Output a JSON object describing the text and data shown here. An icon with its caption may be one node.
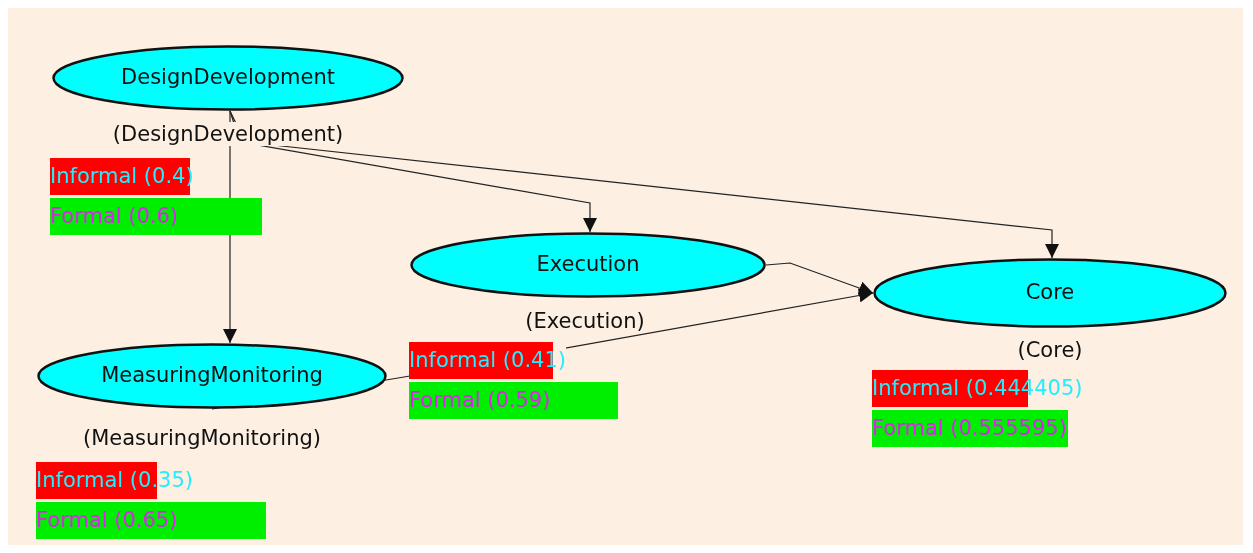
{
  "diagram": {
    "nodes": [
      {
        "text": [
          "DesignDevelopment"
        ],
        "beside": [
          "(DesignDevelopment)",
          "Informal (0.4)",
          "Formal (0.6)"
        ]
      },
      {
        "text": [
          "Execution"
        ],
        "beside": [
          "(Execution)",
          "Informal (0.41)",
          "Formal (0.59)"
        ]
      },
      {
        "text": [
          "Core"
        ],
        "beside": [
          "(Core)",
          "Informal (0.444405)",
          "Formal (0.555595)"
        ]
      },
      {
        "text": [
          "MeasuringMonitoring"
        ],
        "beside": [
          "(MeasuringMonitoring)",
          "Informal (0.35)",
          "Formal (0.65)"
        ]
      }
    ],
    "edges": [
      {
        "from": 0,
        "to": 1,
        "arrow": "to"
      },
      {
        "from": 0,
        "to": 2,
        "arrow": "to"
      },
      {
        "from": 0,
        "to": 3,
        "arrow": "to"
      },
      {
        "from": 1,
        "to": 2,
        "arrow": "to"
      },
      {
        "from": 3,
        "to": 2,
        "arrow": "to"
      }
    ]
  }
}
